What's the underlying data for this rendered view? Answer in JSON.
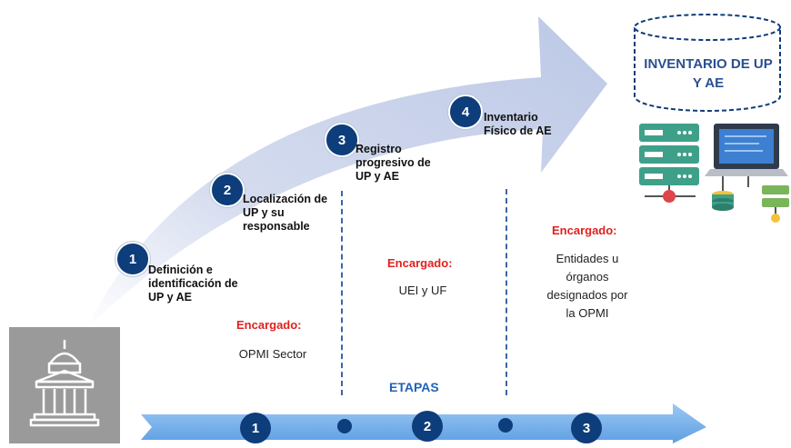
{
  "steps": [
    {
      "number": "1",
      "label": "Definición e identificación de UP y AE"
    },
    {
      "number": "2",
      "label": "Localización de UP y su responsable"
    },
    {
      "number": "3",
      "label": "Registro progresivo de UP y AE"
    },
    {
      "number": "4",
      "label": "Inventario Físico de AE"
    }
  ],
  "responsables": [
    {
      "title": "Encargado:",
      "value": "OPMI Sector"
    },
    {
      "title": "Encargado:",
      "value": "UEI y UF"
    },
    {
      "title": "Encargado:",
      "value": "Entidades u órganos designados por la OPMI"
    }
  ],
  "database_label": "INVENTARIO DE UP Y AE",
  "timeline": {
    "title": "ETAPAS",
    "stages": [
      "1",
      "2",
      "3"
    ]
  },
  "colors": {
    "arrow": "#c7d2ea",
    "circle": "#0d3d7a",
    "highlight": "#e0211f",
    "timeline": "#7fb4ee",
    "dashed": "#3a66a6"
  }
}
